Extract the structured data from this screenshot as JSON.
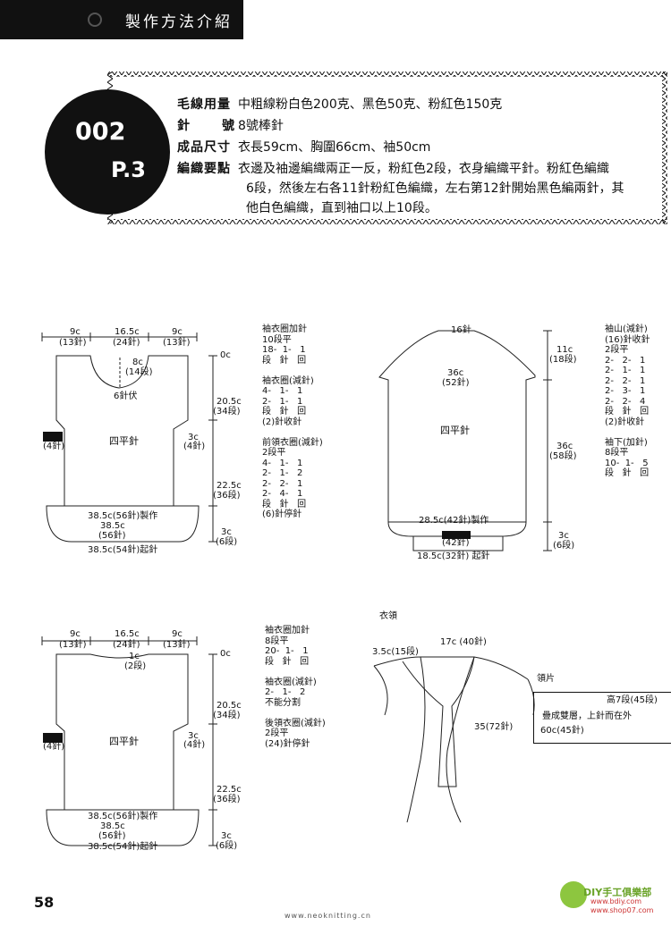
{
  "header": {
    "title": "製作方法介紹"
  },
  "badge": {
    "number": "002",
    "page": "P.3"
  },
  "info": {
    "yarn_label": "毛線用量",
    "yarn_value": "中粗線粉白色200克、黑色50克、粉紅色150克",
    "needle_label": "針號",
    "needle_value": "8號棒針",
    "size_label": "成品尺寸",
    "size_value": "衣長59cm、胸圍66cm、袖50cm",
    "knit_label": "編織要點",
    "knit_line1": "衣邊及袖邊編織兩正一反，粉紅色2段，衣身編織平針。粉紅色編織",
    "knit_line2": "6段，然後左右各11針粉紅色編織，左右第12針開始黑色編兩針，其",
    "knit_line3": "他白色編織，直到袖口以上10段。"
  },
  "front": {
    "top_w1": "9c",
    "top_w1b": "(13針)",
    "top_w2": "16.5c",
    "top_w2b": "(24針)",
    "top_w3": "9c",
    "top_w3b": "(13針)",
    "neck_depth": "8c",
    "neck_depth_b": "(14段)",
    "neck_bind": "6針伏",
    "center": "四平針",
    "left_side": "(4針)",
    "right_side_a": "3c",
    "right_side_b": "(4針)",
    "bottom1": "38.5c(56針)製作",
    "bottom2": "38.5c",
    "bottom3": "(56針)",
    "bottom4": "38.5c(54針)起針",
    "h0": "0c",
    "h1": "20.5c",
    "h1b": "(34段)",
    "h2": "22.5c",
    "h2b": "(36段)",
    "h3": "3c",
    "h3b": "(6段)",
    "notes": "袖衣圈加針\n10段平\n18-  1-   1\n段   針   回\n\n袖衣圈(減針)\n4-   1-   1\n2-   1-   1\n段   針   回\n(2)針收針\n\n前領衣圈(減針)\n2段平\n4-   1-   1\n2-   1-   2\n2-   2-   1\n2-   4-   1\n段   針   回\n(6)針停針"
  },
  "sleeve": {
    "top": "16針",
    "cap_h": "11c",
    "cap_hb": "(18段)",
    "width": "36c",
    "width_b": "(52針)",
    "center": "四平針",
    "len": "36c",
    "len_b": "(58段)",
    "bottom1": "28.5c(42針)製作",
    "bottom2": "(42針)",
    "bottom3": "18.5c(32針) 起針",
    "cuff": "3c",
    "cuff_b": "(6段)",
    "notes": "袖山(減針)\n(16)針收針\n2段平\n2-   2-   1\n2-   1-   1\n2-   2-   1\n2-   3-   1\n2-   2-   4\n段   針   回\n(2)針收針\n\n袖下(加針)\n8段平\n10-  1-   5\n段   針   回"
  },
  "back": {
    "top_w1": "9c",
    "top_w1b": "(13針)",
    "top_w2": "16.5c",
    "top_w2b": "(24針)",
    "top_w3": "9c",
    "top_w3b": "(13針)",
    "neck_depth": "1c",
    "neck_depth_b": "(2段)",
    "center": "四平針",
    "left_side": "(4針)",
    "right_side_a": "3c",
    "right_side_b": "(4針)",
    "bottom1": "38.5c(56針)製作",
    "bottom2": "38.5c",
    "bottom3": "(56針)",
    "bottom4": "38.5c(54針)起針",
    "h0": "0c",
    "h1": "20.5c",
    "h1b": "(34段)",
    "h2": "22.5c",
    "h2b": "(36段)",
    "h3": "3c",
    "h3b": "(6段)",
    "notes": "袖衣圈加針\n8段平\n20-  1-   1\n段   針   回\n\n袖衣圈(減針)\n2-   1-   2\n不能分割\n\n後領衣圈(減針)\n2段平\n(24)針停針"
  },
  "collar": {
    "title": "衣領",
    "a": "3.5c(15段)",
    "b": "17c (40針)",
    "c": "35(72針)",
    "piece_title": "領片",
    "piece_h": "高7段(45段)",
    "piece_note": "疊成雙層，上針而在外",
    "piece_w": "60c(45針)"
  },
  "footer": {
    "page_number": "58",
    "url": "www.neoknitting.cn",
    "logo": "DIY手工俱樂部",
    "logo_sub1": "www.bdiy.com",
    "logo_sub2": "www.shop07.com"
  }
}
